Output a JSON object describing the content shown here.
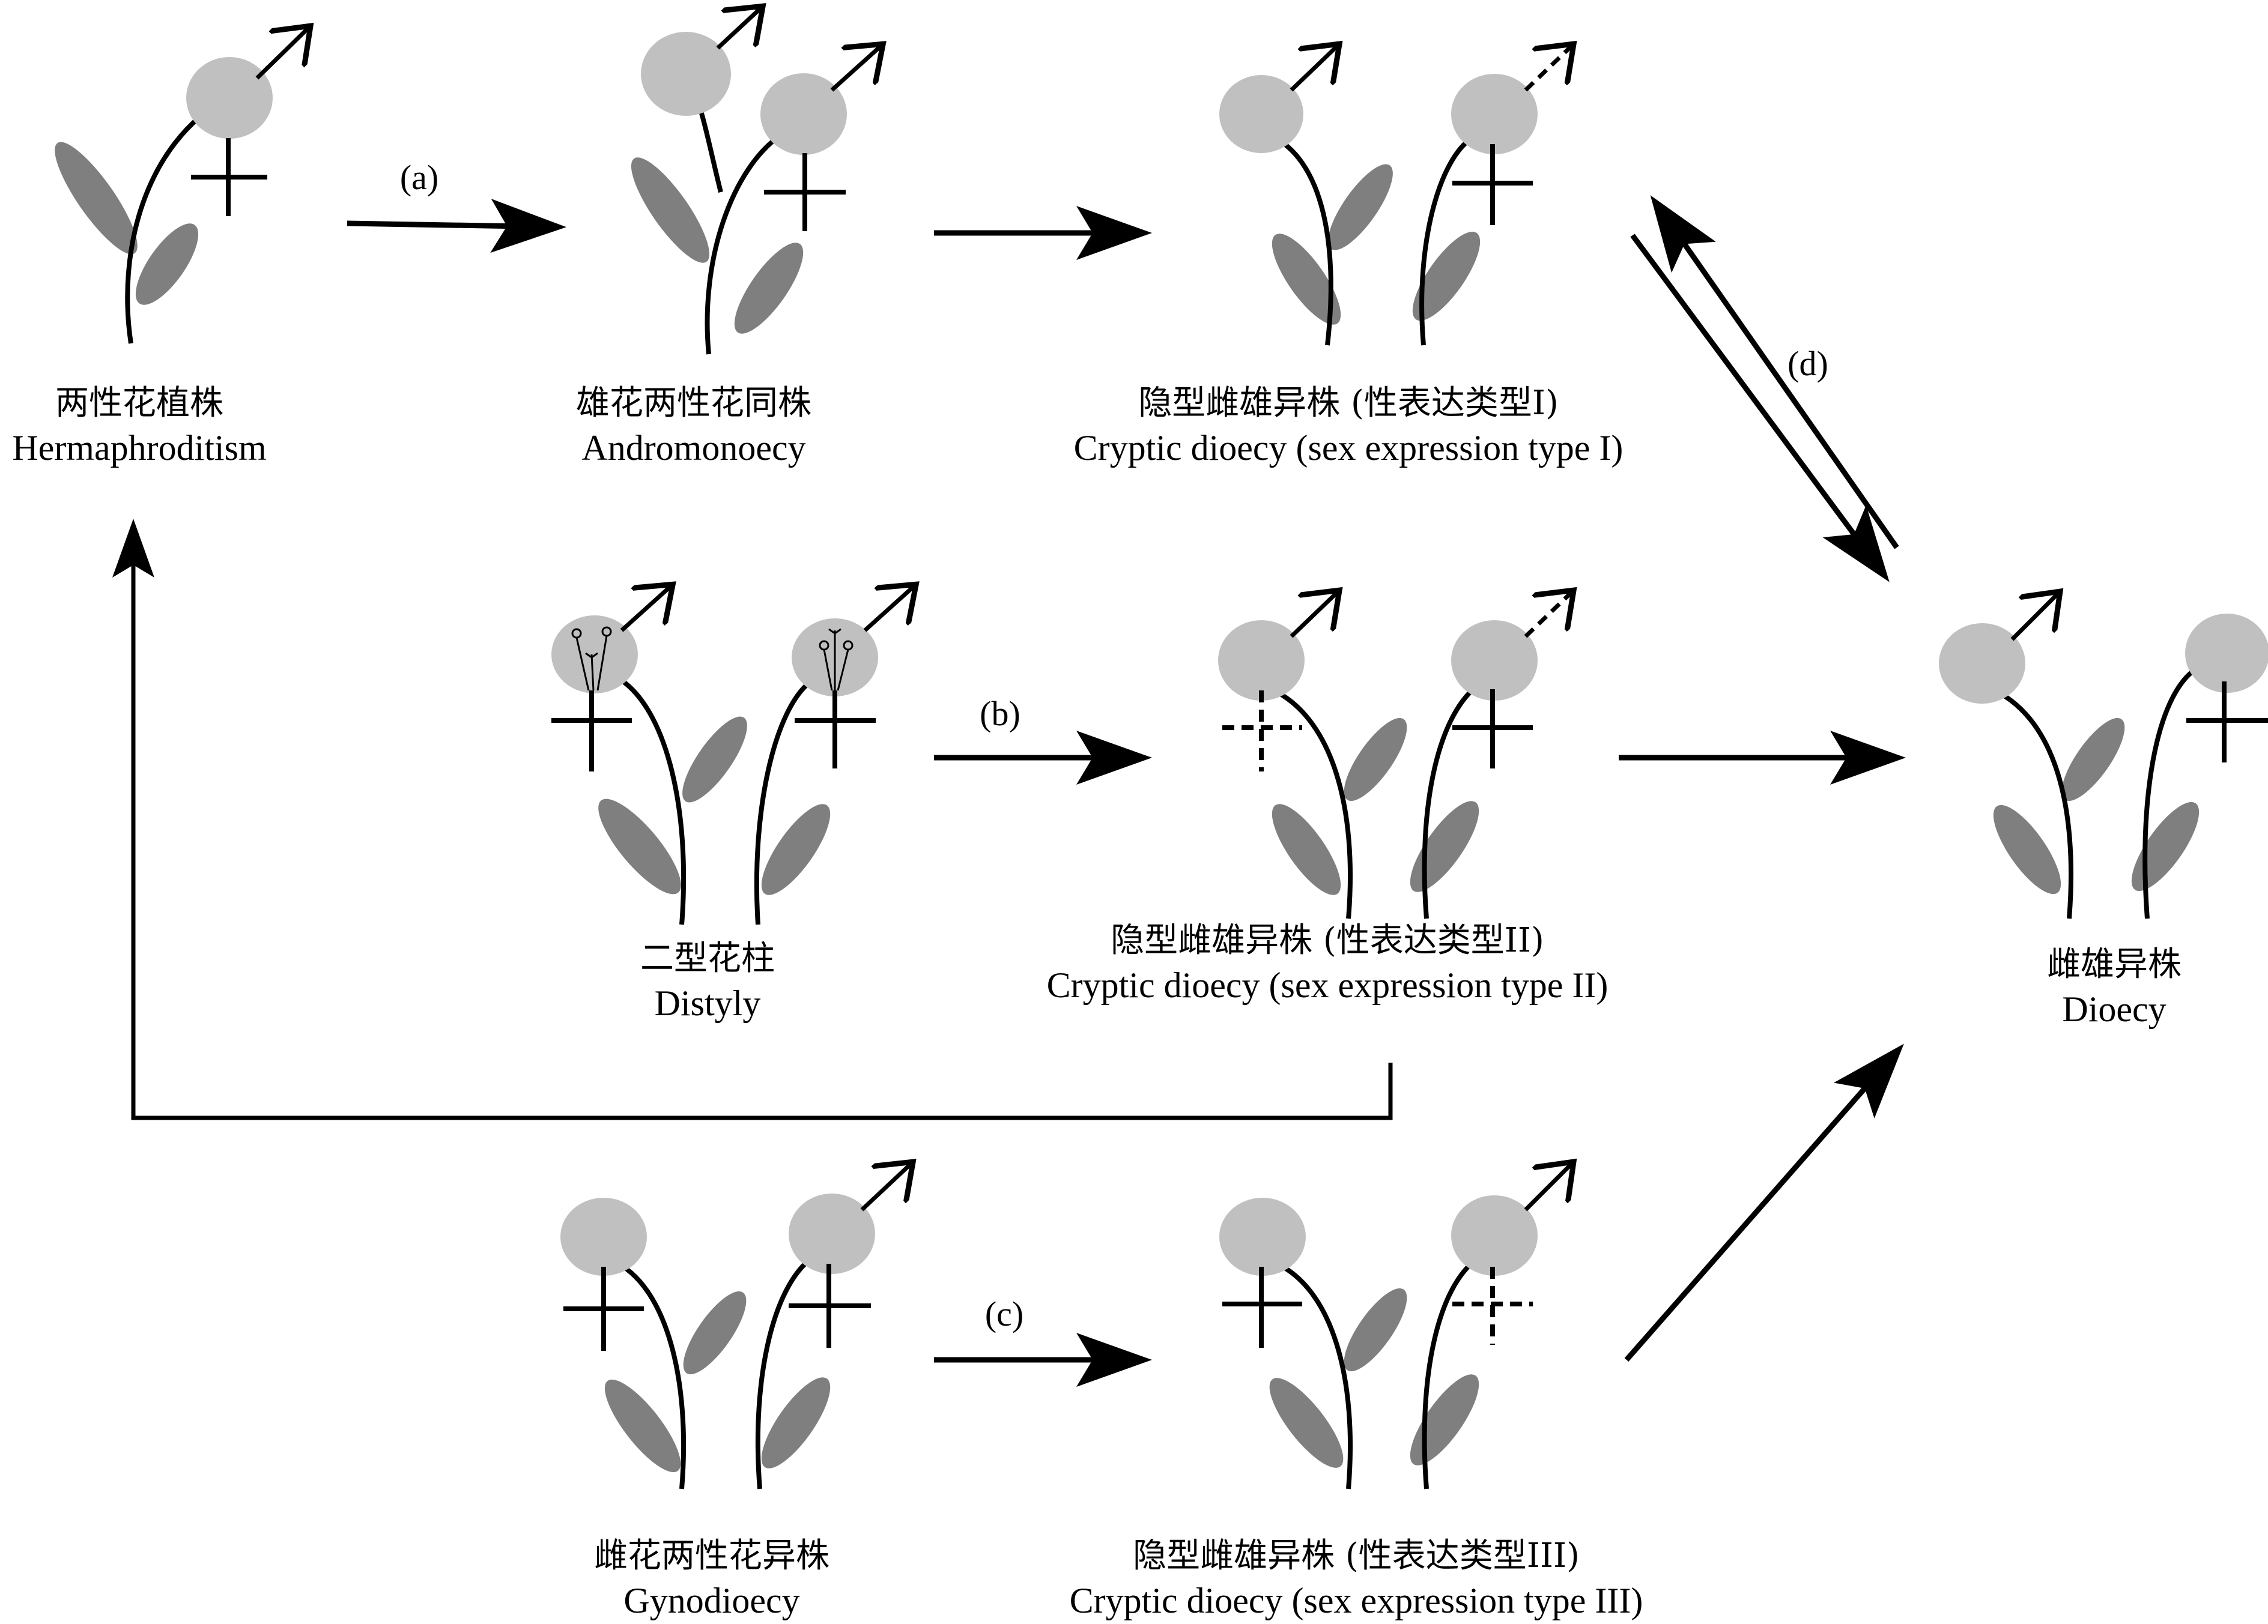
{
  "stages": {
    "hermaphroditism": {
      "zh": "两性花植株",
      "en": "Hermaphroditism"
    },
    "andromonoecy": {
      "zh": "雄花两性花同株",
      "en": "Andromonoecy"
    },
    "cryptic1": {
      "zh": "隐型雌雄异株 (性表达类型I)",
      "en": "Cryptic dioecy (sex expression type I)"
    },
    "distyly": {
      "zh": "二型花柱",
      "en": "Distyly"
    },
    "cryptic2": {
      "zh": "隐型雌雄异株 (性表达类型II)",
      "en": "Cryptic dioecy (sex expression type II)"
    },
    "dioecy": {
      "zh": "雌雄异株",
      "en": "Dioecy"
    },
    "gynodioecy": {
      "zh": "雌花两性花异株",
      "en": "Gynodioecy"
    },
    "cryptic3": {
      "zh": "隐型雌雄异株 (性表达类型III)",
      "en": "Cryptic dioecy (sex expression type III)"
    }
  },
  "pathway_labels": {
    "a": "(a)",
    "b": "(b)",
    "c": "(c)",
    "d": "(d)"
  },
  "colors": {
    "flower": "#c0c0c0",
    "leaf": "#7f7f7f",
    "line": "#000000"
  },
  "symbols": {
    "male": "male-symbol-arrow",
    "female": "female-symbol-cross",
    "sterile": "dashed-symbol"
  }
}
